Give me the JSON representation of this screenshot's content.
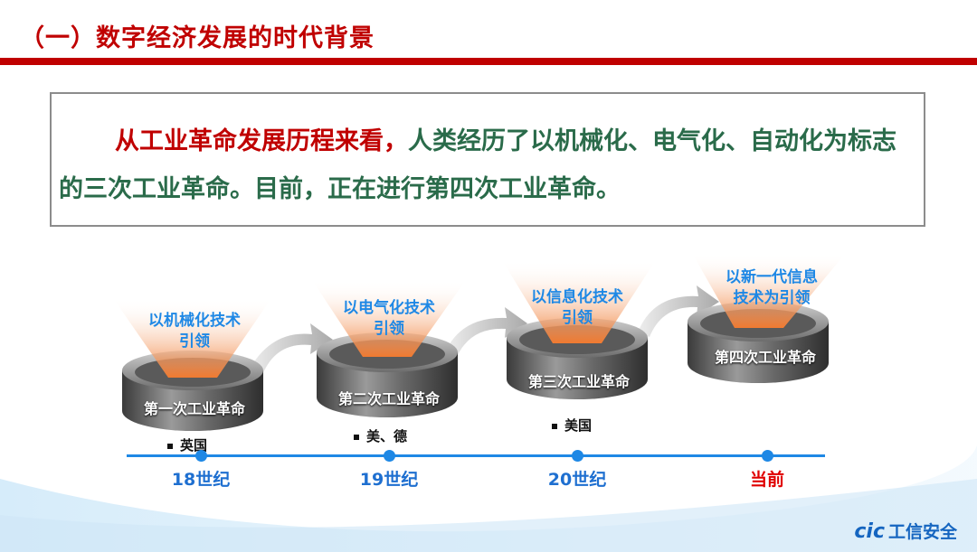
{
  "title": "（一）数字经济发展的时代背景",
  "summary": {
    "highlight": "从工业革命发展历程来看，",
    "rest": "人类经历了以机械化、电气化、自动化为标志的三次工业革命。目前，正在进行第四次工业革命。"
  },
  "stages": [
    {
      "name": "第一次工业革命",
      "lead1": "以机械化技术",
      "lead2": "引领",
      "country": "英国",
      "era": "18世纪"
    },
    {
      "name": "第二次工业革命",
      "lead1": "以电气化技术",
      "lead2": "引领",
      "country": "美、德",
      "era": "19世纪"
    },
    {
      "name": "第三次工业革命",
      "lead1": "以信息化技术",
      "lead2": "引领",
      "country": "美国",
      "era": "20世纪"
    },
    {
      "name": "第四次工业革命",
      "lead1": "以新一代信息",
      "lead2": "技术为引领",
      "era": "当前"
    }
  ],
  "logo": {
    "mark": "cic",
    "text": "工信安全"
  },
  "colors": {
    "accent": "#c00000",
    "blue": "#1e88e5",
    "green": "#2a6b4a"
  }
}
